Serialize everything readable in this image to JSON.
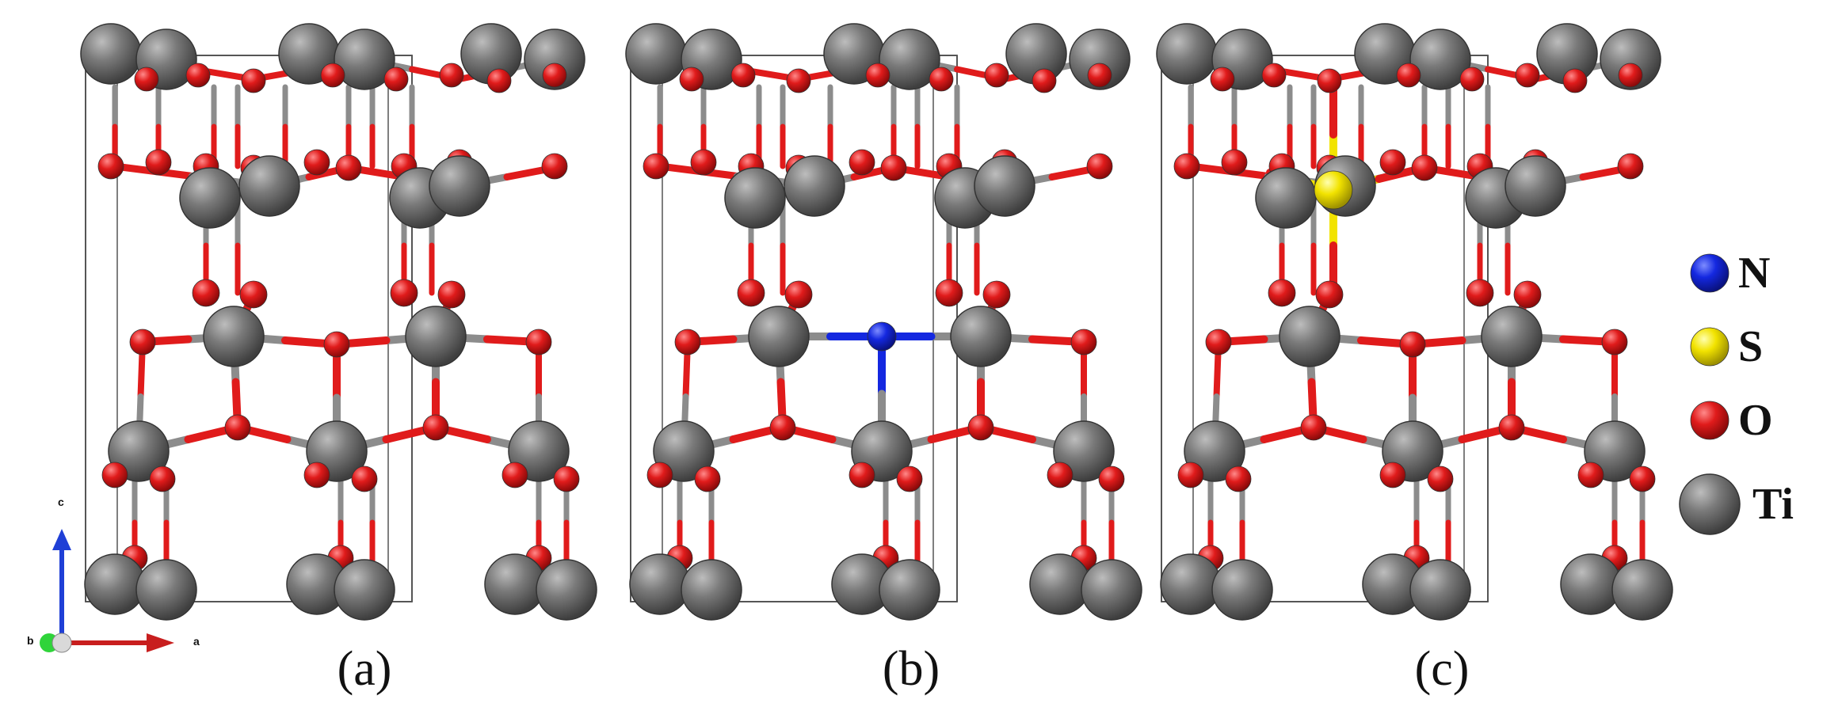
{
  "panels": [
    {
      "label": "(a)",
      "center_type": "none"
    },
    {
      "label": "(b)",
      "center_type": "N"
    },
    {
      "label": "(c)",
      "center_type": "S"
    }
  ],
  "legend": [
    {
      "label": "N",
      "color": "#1428e0"
    },
    {
      "label": "S",
      "color": "#f2e300"
    },
    {
      "label": "O",
      "color": "#e01b1b"
    },
    {
      "label": "Ti",
      "color": "#6b6b6b"
    }
  ],
  "axes": {
    "c_label": "c",
    "a_label": "a",
    "b_label": "b"
  },
  "colors": {
    "ti": "#6b6b6b",
    "o": "#e01b1b",
    "n": "#1428e0",
    "s": "#f2e300",
    "bond_grey": "#8c8c8c",
    "cell_line": "#555555",
    "axis_c": "#1f3fd6",
    "axis_a": "#c81e1e",
    "axis_b": "#2fd43a"
  }
}
